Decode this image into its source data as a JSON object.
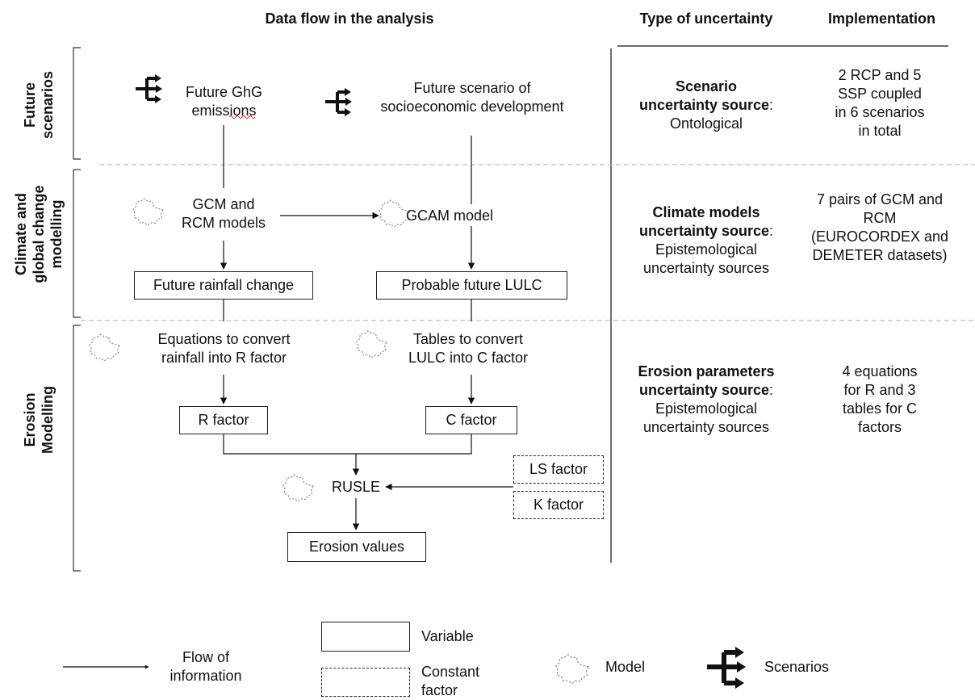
{
  "headers": {
    "data_flow": "Data flow in the analysis",
    "uncertainty_type": "Type of uncertainty",
    "implementation": "Implementation"
  },
  "sections": {
    "future_scenarios": [
      "Future",
      "scenarios"
    ],
    "climate_modelling": [
      "Climate and",
      "global change",
      "modelling"
    ],
    "erosion_modelling": [
      "Erosion",
      "Modelling"
    ]
  },
  "nodes": {
    "ghg": [
      "Future GhG",
      "emissions"
    ],
    "socio": [
      "Future scenario of",
      "socioeconomic development"
    ],
    "gcm": [
      "GCM and",
      "RCM models"
    ],
    "gcam": "GCAM model",
    "rainfall_change": "Future rainfall change",
    "lulc": "Probable future LULC",
    "equations": [
      "Equations to convert",
      "rainfall into R factor"
    ],
    "tables": [
      "Tables to convert",
      "LULC into C factor"
    ],
    "r_factor": "R factor",
    "c_factor": "C factor",
    "ls_factor": "LS factor",
    "k_factor": "K factor",
    "rusle": "RUSLE",
    "erosion_values": "Erosion values"
  },
  "uncertainty": {
    "scenario": {
      "bold": [
        "Scenario",
        "uncertainty source"
      ],
      "suffix": ":",
      "rest": "Ontological"
    },
    "climate": {
      "bold": [
        "Climate models",
        "uncertainty source"
      ],
      "suffix": ":",
      "rest": [
        "Epistemological",
        "uncertainty sources"
      ]
    },
    "erosion": {
      "bold": [
        "Erosion parameters",
        "uncertainty source"
      ],
      "suffix": ":",
      "rest": [
        "Epistemological",
        "uncertainty sources"
      ]
    }
  },
  "implementation": {
    "scenario": [
      "2 RCP and 5",
      "SSP coupled",
      "in 6 scenarios",
      "in total"
    ],
    "climate": [
      "7 pairs of GCM and",
      "RCM",
      "(EUROCORDEX and",
      "DEMETER datasets)"
    ],
    "erosion": [
      "4 equations",
      "for R and 3",
      "tables for C",
      "factors"
    ]
  },
  "legend": {
    "flow": [
      "Flow of",
      "information"
    ],
    "variable": "Variable",
    "constant": [
      "Constant",
      "factor"
    ],
    "model": "Model",
    "scenarios": "Scenarios"
  },
  "colors": {
    "line": "#111111",
    "separator": "#bdbdbd",
    "gear": "#8a8a8a",
    "spellcheck": "#e02020"
  }
}
